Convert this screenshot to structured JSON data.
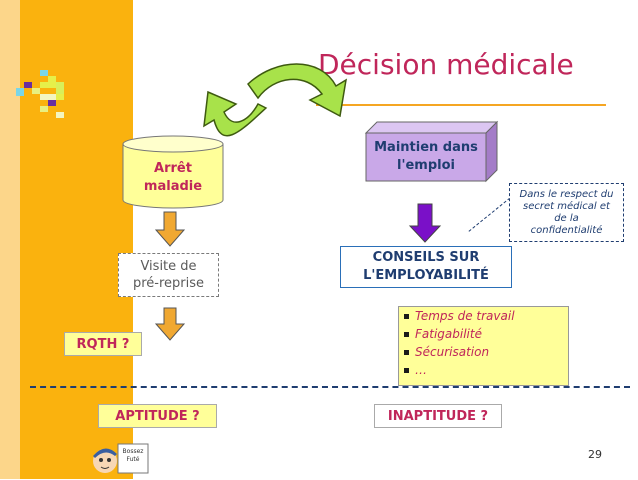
{
  "slide": {
    "title": "Décision médicale",
    "page_number": "29"
  },
  "diagram": {
    "arret_maladie": [
      "Arrêt",
      "maladie"
    ],
    "maintien": [
      "Maintien dans",
      "l'emploi"
    ],
    "visite": [
      "Visite de",
      "pré-reprise"
    ],
    "rqth": "RQTH ?",
    "conseils": [
      "CONSEILS SUR",
      "L'EMPLOYABILITÉ"
    ],
    "note": [
      "Dans le respect du",
      "secret médical et",
      "de la",
      "confidentialité"
    ],
    "bullets": [
      "Temps de travail",
      "Fatigabilité",
      "Sécurisation",
      "…"
    ],
    "aptitude": "APTITUDE ?",
    "inaptitude": "INAPTITUDE ?"
  },
  "logo": {
    "lines": [
      "Bossez",
      "Futé"
    ]
  },
  "colors": {
    "sidebar": "#fab20e",
    "title": "#c0265a",
    "cylinder": "#ffff99",
    "box3d": "#c9a8e8",
    "arrow_orange": "#f0a832",
    "arrow_purple": "#7a10c8",
    "arrow_green": "#b0e840",
    "dashed_line": "#1f3d70"
  }
}
